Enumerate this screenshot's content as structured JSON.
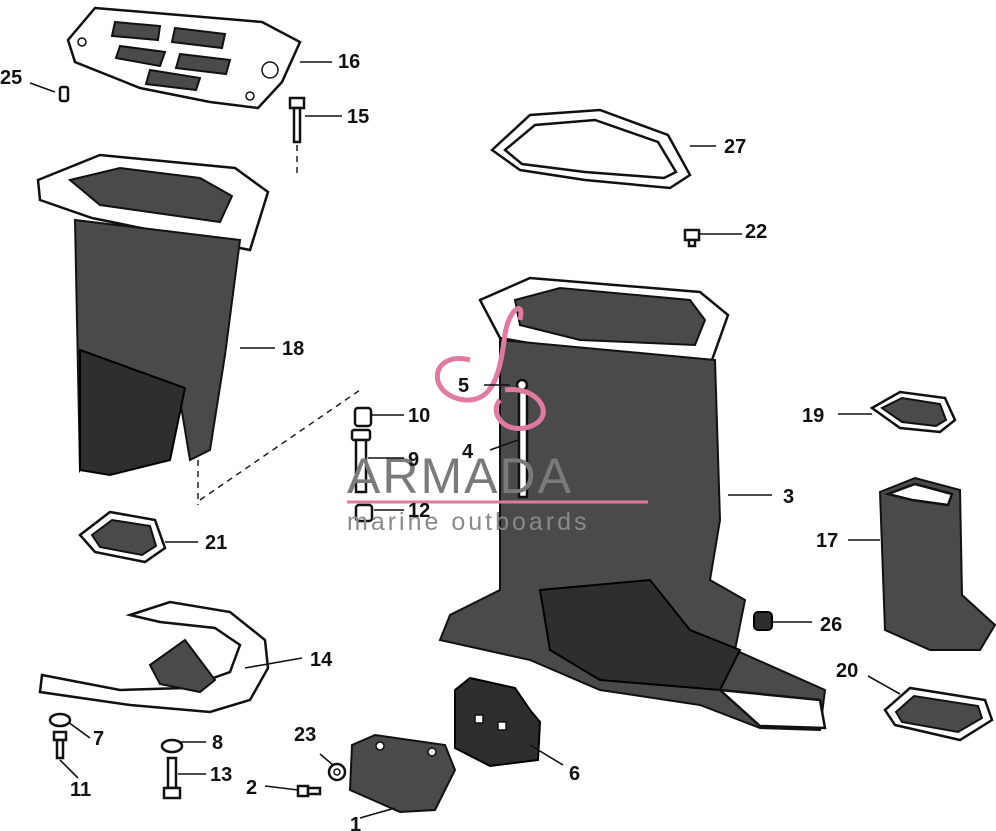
{
  "watermark": {
    "title": "ARMADA",
    "subtitle": "marine outboards",
    "accent_color": "#e07aa0",
    "text_color": "#7a7a7a"
  },
  "callouts": {
    "c1": "1",
    "c2": "2",
    "c3": "3",
    "c4": "4",
    "c5": "5",
    "c6": "6",
    "c7": "7",
    "c8": "8",
    "c9": "9",
    "c10": "10",
    "c11": "11",
    "c12": "12",
    "c13": "13",
    "c14": "14",
    "c15": "15",
    "c16": "16",
    "c17": "17",
    "c18": "18",
    "c19": "19",
    "c20": "20",
    "c21": "21",
    "c22": "22",
    "c23": "23",
    "c25": "25",
    "c26": "26",
    "c27": "27"
  }
}
